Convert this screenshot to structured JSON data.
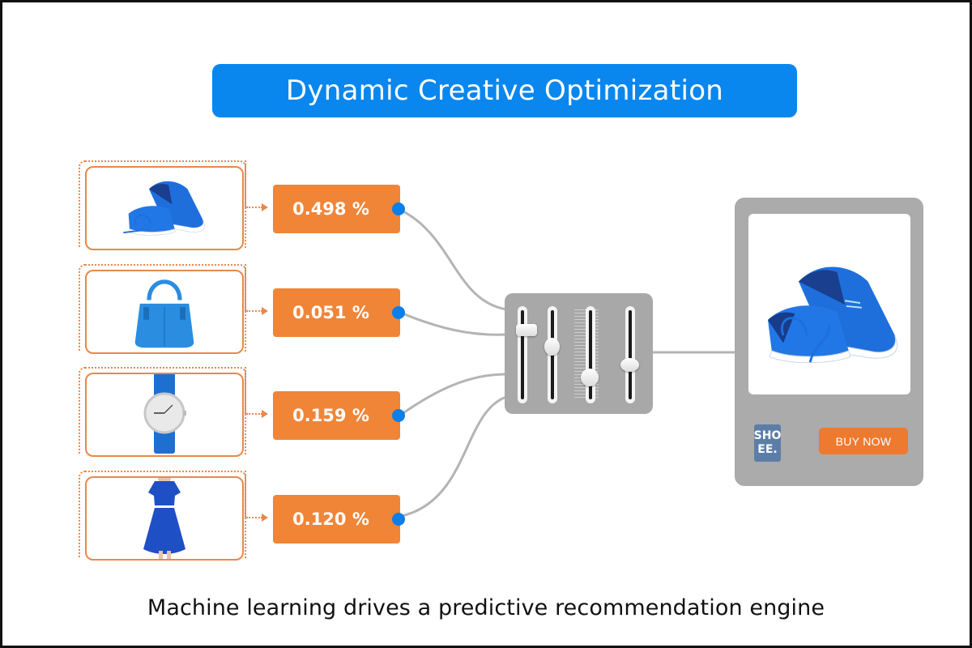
{
  "title": "Dynamic Creative Optimization",
  "caption": "Machine learning drives a predictive recommendation engine",
  "colors": {
    "title_bg": "#0a87ee",
    "score_bg": "#f08538",
    "item_border": "#e9884a",
    "connector_dot": "#0b7fe8",
    "wire": "#b4b4b4",
    "mixer_bg": "#a8a8a8",
    "ad_card_bg": "#ababab",
    "brand_bg": "#5b7ea7",
    "buy_button_bg": "#ee7a2f"
  },
  "products": [
    {
      "name": "blue sneakers",
      "icon": "sneaker-image",
      "score": "0.498 %"
    },
    {
      "name": "blue handbag",
      "icon": "handbag-image",
      "score": "0.051 %"
    },
    {
      "name": "blue wristwatch",
      "icon": "watch-image",
      "score": "0.159 %"
    },
    {
      "name": "blue dress",
      "icon": "dress-image",
      "score": "0.120 %"
    }
  ],
  "mixer": {
    "icon": "slider-mixer-icon",
    "sliders": [
      {
        "level": 0.8
      },
      {
        "level": 0.6
      },
      {
        "level": 0.25
      },
      {
        "level": 0.4
      }
    ]
  },
  "ad": {
    "product": "blue sneakers",
    "brand_logo": {
      "line1": "SHO",
      "line2": "EE."
    },
    "buy_label": "BUY NOW"
  }
}
